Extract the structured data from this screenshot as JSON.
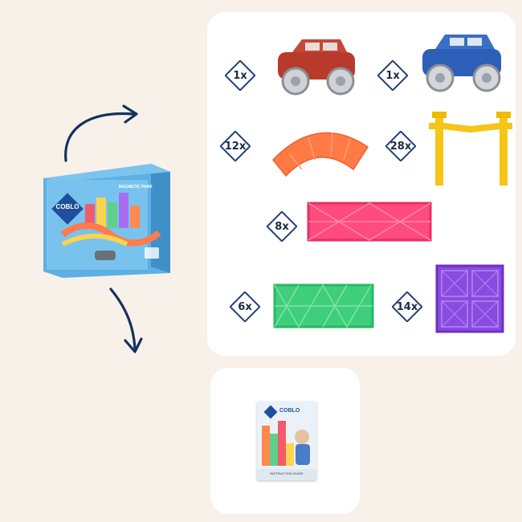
{
  "box": {
    "brand": "COBLO",
    "subtitle": "MAGNETIC PARK"
  },
  "manual": {
    "brand": "COBLO",
    "footer": "INSTRUCTION GUIDE"
  },
  "parts": [
    {
      "qty": "1x",
      "icon": "red-car-icon",
      "color": "#b83a2a"
    },
    {
      "qty": "1x",
      "icon": "blue-car-icon",
      "color": "#2b5fb8"
    },
    {
      "qty": "12x",
      "icon": "curved-track-icon",
      "color": "#ff7a45"
    },
    {
      "qty": "28x",
      "icon": "yellow-post-icon",
      "color": "#f5c518"
    },
    {
      "qty": "8x",
      "icon": "pink-rectangle-tile-icon",
      "color": "#ff4b7d"
    },
    {
      "qty": "6x",
      "icon": "green-rectangle-tile-icon",
      "color": "#3fcf7c"
    },
    {
      "qty": "14x",
      "icon": "purple-square-tile-icon",
      "color": "#8a4be0"
    }
  ],
  "colors": {
    "background": "#f8f1ea",
    "panel": "#ffffff",
    "arrow": "#16315e",
    "badge_border": "#1f3f78"
  }
}
